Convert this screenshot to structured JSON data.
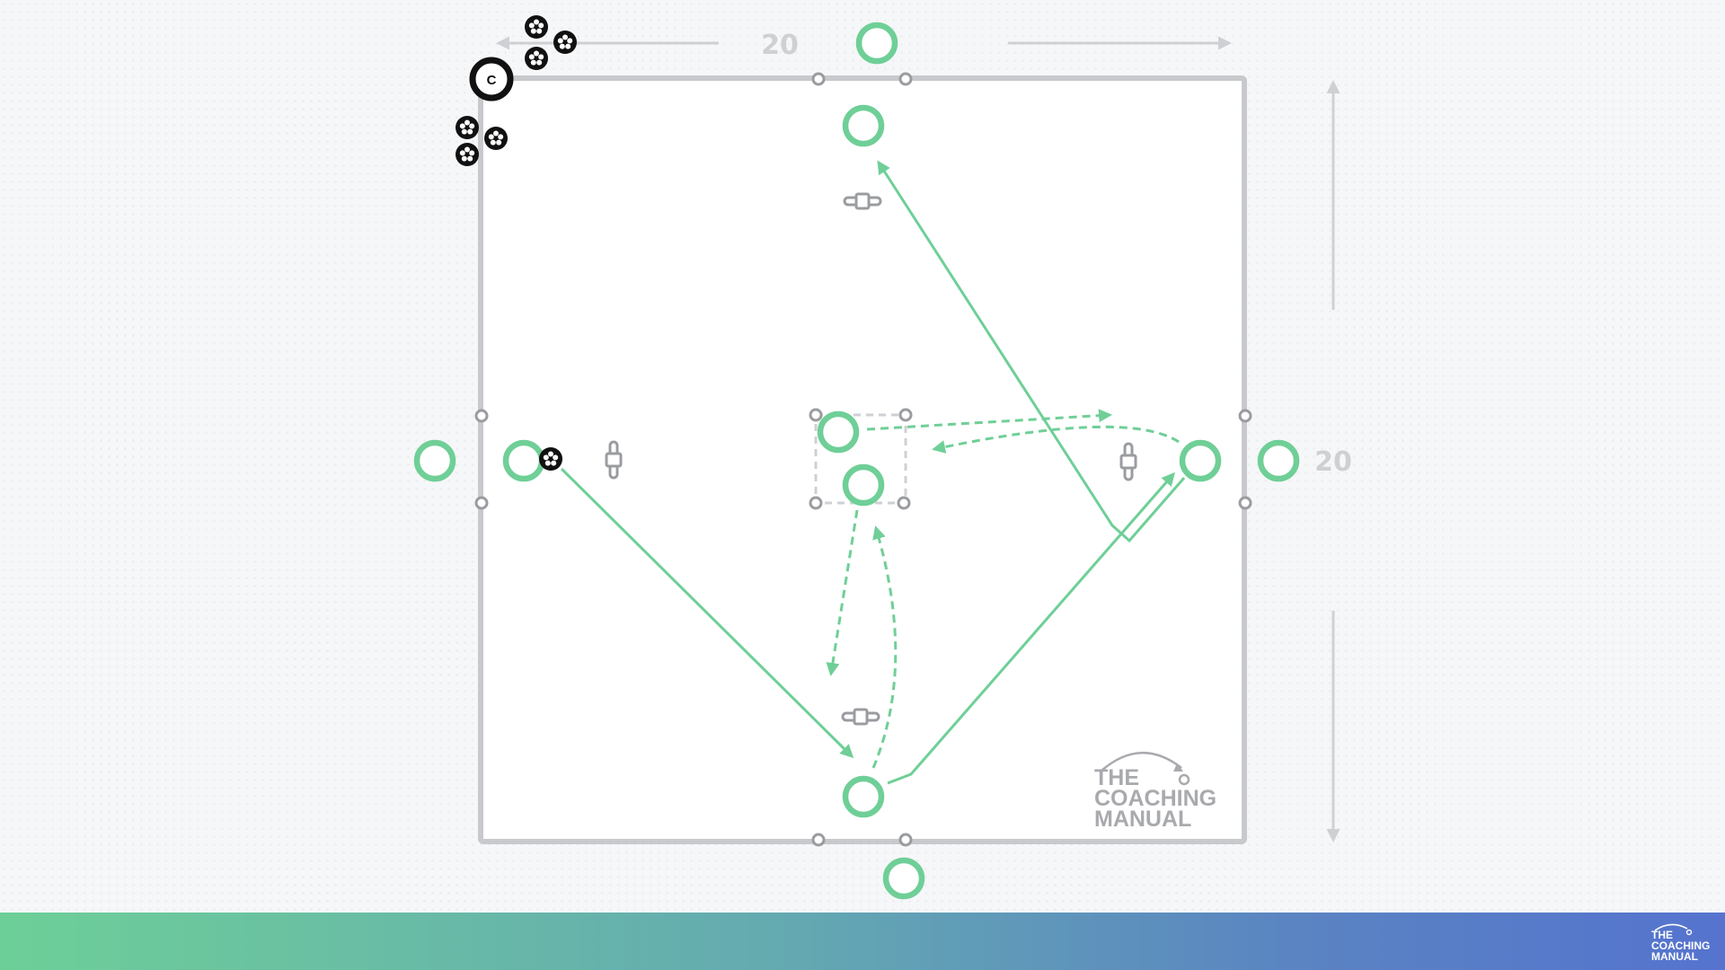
{
  "dimensions": {
    "width_label": "20",
    "height_label": "20"
  },
  "coach": {
    "letter": "C"
  },
  "watermark": {
    "line1": "THE",
    "line2": "COACHING",
    "line3": "MANUAL"
  },
  "footer": {
    "logo_line1": "THE",
    "logo_line2": "COACHING",
    "logo_line3": "MANUAL"
  },
  "colors": {
    "player": "#6fcf97",
    "pitch_border": "#c8c9cd",
    "cone": "#9a9ca0",
    "arrow": "#6fcf97",
    "ball": "#111111"
  }
}
